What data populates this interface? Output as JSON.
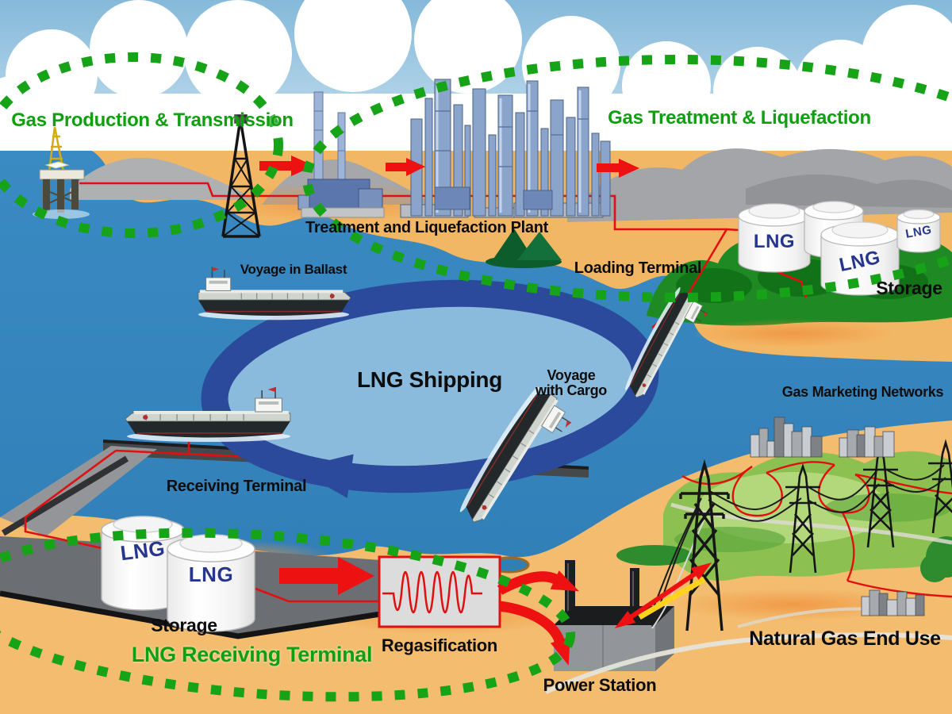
{
  "labels": {
    "gas_production_transmission": "Gas Production & Transmission",
    "gas_treatment_liquefaction": "Gas Treatment & Liquefaction",
    "treatment_plant": "Treatment and Liquefaction Plant",
    "loading_terminal": "Loading Terminal",
    "storage_top": "Storage",
    "voyage_in_ballast": "Voyage in Ballast",
    "lng_shipping": "LNG Shipping",
    "voyage_with_cargo_line1": "Voyage",
    "voyage_with_cargo_line2": "with Cargo",
    "gas_marketing_networks": "Gas Marketing Networks",
    "receiving_terminal": "Receiving Terminal",
    "storage_bottom": "Storage",
    "lng_receiving_terminal": "LNG Receiving Terminal",
    "regasification": "Regasification",
    "power_station": "Power Station",
    "natural_gas_end_use": "Natural Gas End Use"
  },
  "tanks": {
    "top": [
      "LNG",
      "LNG",
      "LNG"
    ],
    "bottom": [
      "LNG",
      "LNG"
    ]
  },
  "colors": {
    "stage_text_green": "#0EA00E",
    "label_black": "#0D0D0D",
    "tank_text_blue": "#26368E",
    "pipeline_red": "#E01010",
    "arrow_red": "#EE1111",
    "shipping_ring_blue": "#2B4A9B",
    "sea_blue": "#3181BB",
    "land_tan": "#F2B765",
    "dotted_region_green": "#17A317"
  }
}
